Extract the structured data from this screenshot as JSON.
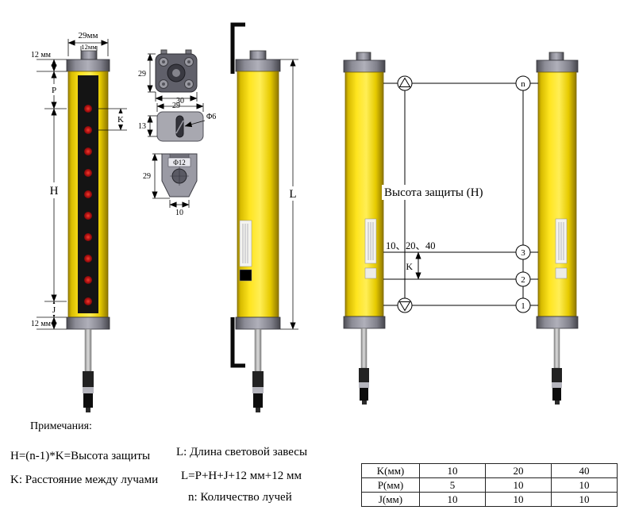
{
  "front_view": {
    "dim_width_outer": "29мм",
    "dim_width_tab": "12мм",
    "dim_cap_top": "12 мм",
    "label_p": "P",
    "label_k": "K",
    "label_h": "H",
    "label_j": "J",
    "dim_cap_bottom": "12 мм"
  },
  "mount_views": {
    "end_cap": {
      "dim_left": "29",
      "dim_bottom": "29"
    },
    "plate": {
      "dim_top": "30",
      "dim_left": "13",
      "dim_hole": "Φ6"
    },
    "bracket": {
      "dim_hole": "Φ12",
      "dim_left": "29",
      "dim_bottom": "10"
    }
  },
  "side_view": {
    "label_l": "L"
  },
  "beam_view": {
    "protection_height_label": "Высота защиты (H)",
    "beam_spacing_values": "10、20、40",
    "label_k": "K",
    "beam_top": "n",
    "beam_3": "3",
    "beam_2": "2",
    "beam_1": "1"
  },
  "notes": {
    "title": "Примечания:",
    "h_formula": "H=(n-1)*K=Высота защиты",
    "k_note": "K: Расстояние между лучами",
    "l_note": "L: Длина световой завесы",
    "l_formula": "L=P+H+J+12 мм+12 мм",
    "n_note": "n: Количество лучей"
  },
  "spec_table": {
    "rows": [
      {
        "label": "K(мм)",
        "values": [
          "10",
          "20",
          "40"
        ]
      },
      {
        "label": "P(мм)",
        "values": [
          "5",
          "10",
          "10"
        ]
      },
      {
        "label": "J(мм)",
        "values": [
          "10",
          "10",
          "10"
        ]
      }
    ]
  },
  "colors": {
    "body_yellow": "#f2d400",
    "cap_gray": "#8c8c96",
    "beam_red": "#b51212",
    "stripe_black": "#141414"
  }
}
